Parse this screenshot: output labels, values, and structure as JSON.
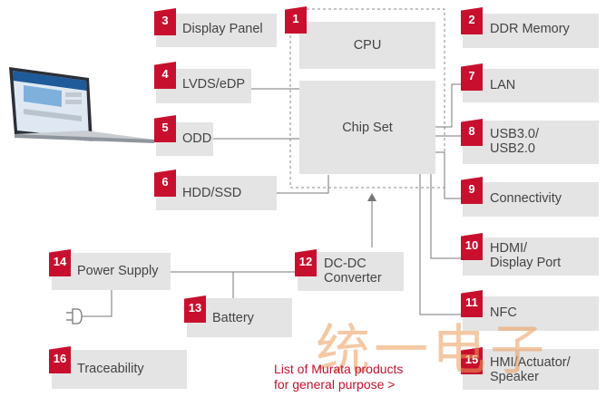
{
  "blocks": {
    "cpu": {
      "label": "CPU",
      "badge": "1"
    },
    "ddr": {
      "label": "DDR Memory",
      "badge": "2"
    },
    "display_panel": {
      "label": "Display Panel",
      "badge": "3"
    },
    "lvds": {
      "label": "LVDS/eDP",
      "badge": "4"
    },
    "odd": {
      "label": "ODD",
      "badge": "5"
    },
    "hdd": {
      "label": "HDD/SSD",
      "badge": "6"
    },
    "chipset": {
      "label": "Chip Set"
    },
    "lan": {
      "label": "LAN",
      "badge": "7"
    },
    "usb": {
      "label_line1": "USB3.0/",
      "label_line2": "USB2.0",
      "badge": "8"
    },
    "connectivity": {
      "label": "Connectivity",
      "badge": "9"
    },
    "hdmi": {
      "label_line1": "HDMI/",
      "label_line2": "Display Port",
      "badge": "10"
    },
    "nfc": {
      "label": "NFC",
      "badge": "11"
    },
    "dcdc": {
      "label_line1": "DC-DC",
      "label_line2": "Converter",
      "badge": "12"
    },
    "battery": {
      "label": "Battery",
      "badge": "13"
    },
    "power_supply": {
      "label": "Power Supply",
      "badge": "14"
    },
    "hmi": {
      "label_line1": "HMI/Actuator/",
      "label_line2": "Speaker",
      "badge": "15"
    },
    "traceability": {
      "label": "Traceability",
      "badge": "16"
    }
  },
  "link": {
    "line1": "List of Murata products",
    "line2": "for general purpose >"
  },
  "watermark": "统一电子",
  "colors": {
    "accent": "#c8102e",
    "box": "#e4e4e4",
    "text": "#444444",
    "line": "#777777"
  },
  "icons": [
    "laptop-illustration",
    "ac-plug-icon",
    "arrow-up-icon"
  ]
}
